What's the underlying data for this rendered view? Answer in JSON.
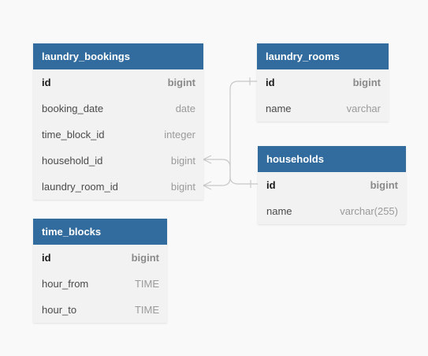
{
  "tables": {
    "laundry_bookings": {
      "name": "laundry_bookings",
      "columns": [
        {
          "name": "id",
          "type": "bigint",
          "pk": true
        },
        {
          "name": "booking_date",
          "type": "date"
        },
        {
          "name": "time_block_id",
          "type": "integer"
        },
        {
          "name": "household_id",
          "type": "bigint"
        },
        {
          "name": "laundry_room_id",
          "type": "bigint"
        }
      ]
    },
    "laundry_rooms": {
      "name": "laundry_rooms",
      "columns": [
        {
          "name": "id",
          "type": "bigint",
          "pk": true
        },
        {
          "name": "name",
          "type": "varchar"
        }
      ]
    },
    "households": {
      "name": "households",
      "columns": [
        {
          "name": "id",
          "type": "bigint",
          "pk": true
        },
        {
          "name": "name",
          "type": "varchar(255)"
        }
      ]
    },
    "time_blocks": {
      "name": "time_blocks",
      "columns": [
        {
          "name": "id",
          "type": "bigint",
          "pk": true
        },
        {
          "name": "hour_from",
          "type": "TIME"
        },
        {
          "name": "hour_to",
          "type": "TIME"
        }
      ]
    }
  },
  "relations": [
    {
      "from": "laundry_bookings.household_id",
      "to": "households.id",
      "cardinality": "many-to-one"
    },
    {
      "from": "laundry_bookings.laundry_room_id",
      "to": "laundry_rooms.id",
      "cardinality": "many-to-one"
    }
  ],
  "colors": {
    "header": "#326c9e",
    "background": "#f9f9f9",
    "table_body": "#f2f2f2",
    "connector": "#c8c8c8"
  }
}
